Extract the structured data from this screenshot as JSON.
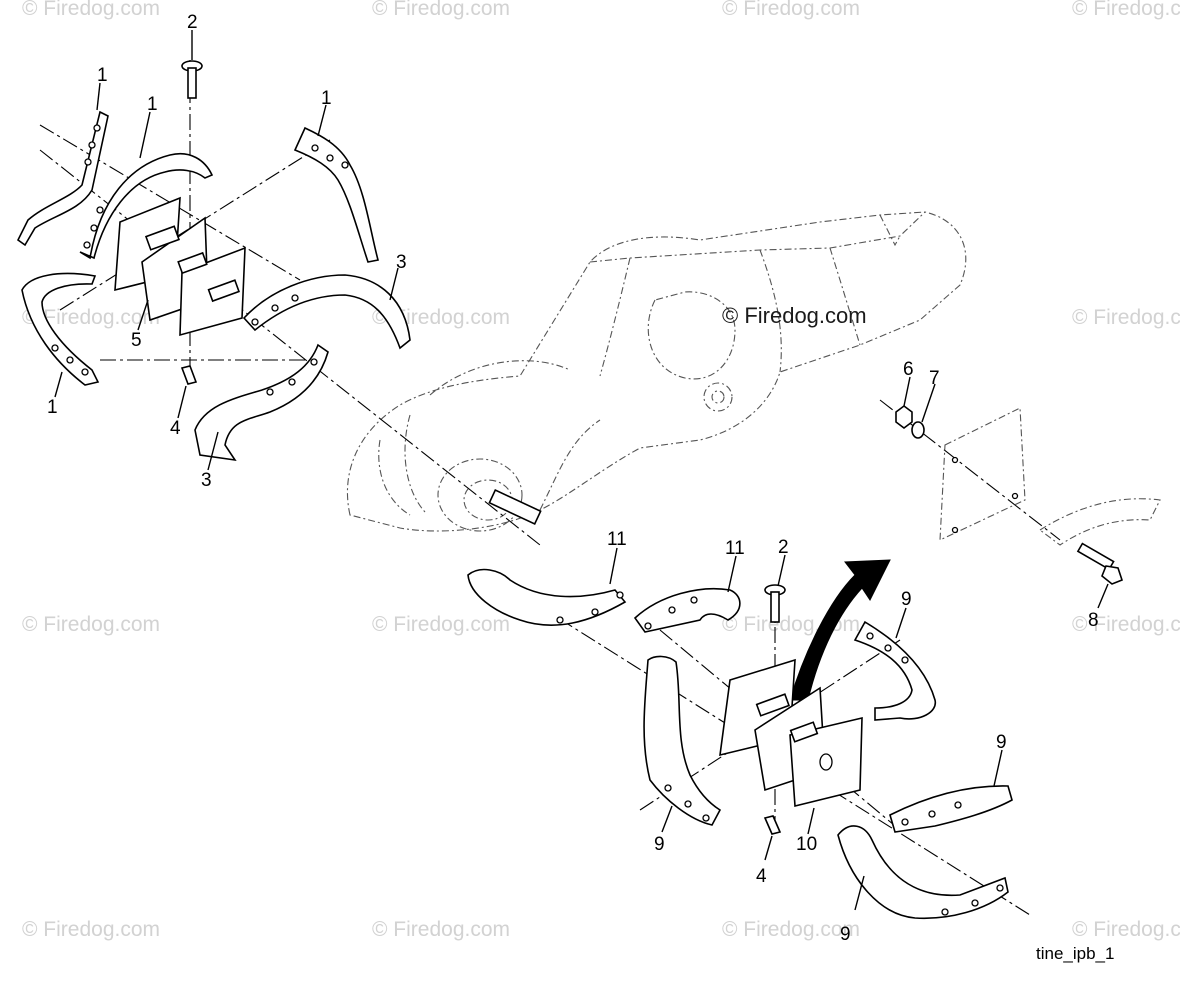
{
  "watermark": {
    "text": "© Firedog.com"
  },
  "diagram_code": "tine_ipb_1",
  "callouts": [
    {
      "id": "c-1a",
      "label": "1"
    },
    {
      "id": "c-1b",
      "label": "1"
    },
    {
      "id": "c-1c",
      "label": "1"
    },
    {
      "id": "c-1d",
      "label": "1"
    },
    {
      "id": "c-2a",
      "label": "2"
    },
    {
      "id": "c-2b",
      "label": "2"
    },
    {
      "id": "c-3a",
      "label": "3"
    },
    {
      "id": "c-3b",
      "label": "3"
    },
    {
      "id": "c-4a",
      "label": "4"
    },
    {
      "id": "c-4b",
      "label": "4"
    },
    {
      "id": "c-5",
      "label": "5"
    },
    {
      "id": "c-6",
      "label": "6"
    },
    {
      "id": "c-7",
      "label": "7"
    },
    {
      "id": "c-8",
      "label": "8"
    },
    {
      "id": "c-9a",
      "label": "9"
    },
    {
      "id": "c-9b",
      "label": "9"
    },
    {
      "id": "c-9c",
      "label": "9"
    },
    {
      "id": "c-9d",
      "label": "9"
    },
    {
      "id": "c-10",
      "label": "10"
    },
    {
      "id": "c-11a",
      "label": "11"
    },
    {
      "id": "c-11b",
      "label": "11"
    }
  ]
}
